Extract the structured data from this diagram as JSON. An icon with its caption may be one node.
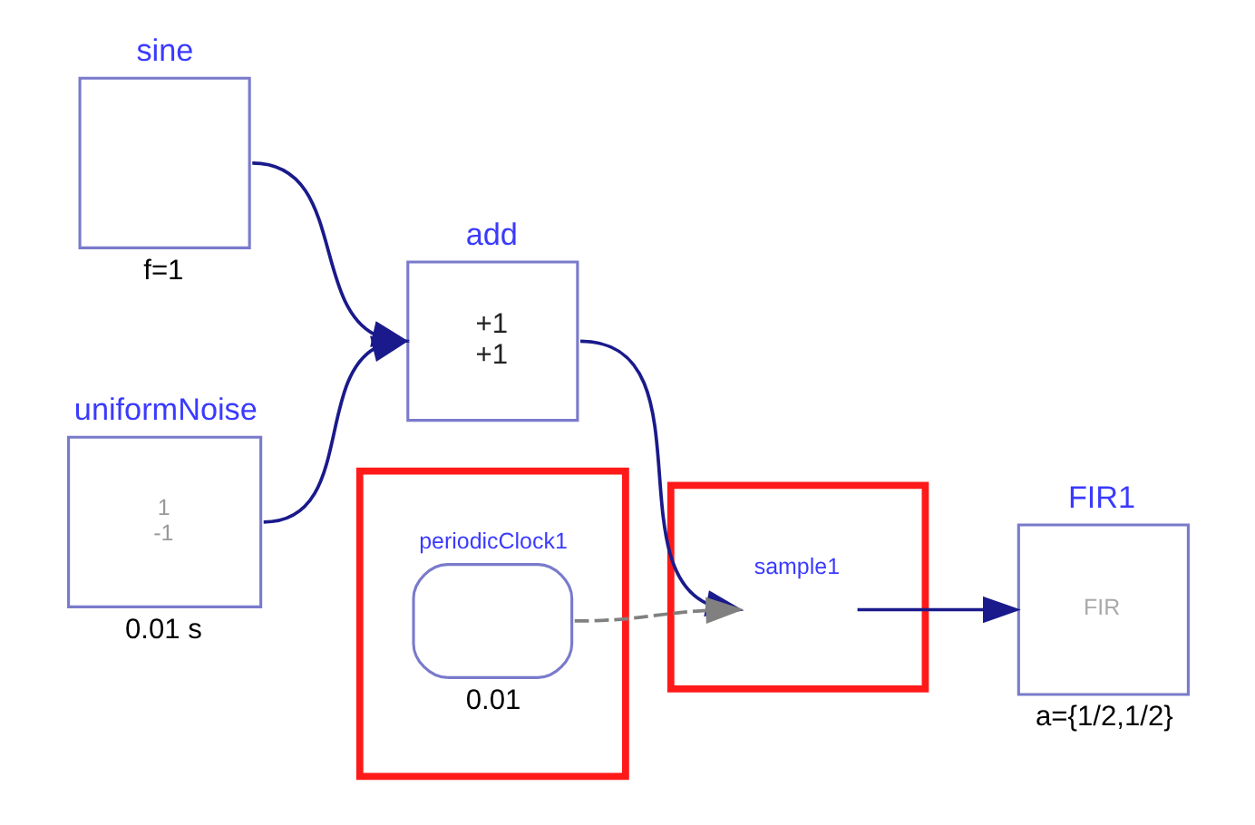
{
  "diagram": {
    "nodes": [
      {
        "text": [
          "sine"
        ],
        "beside": [
          "f=1"
        ]
      },
      {
        "text": [
          "uniformNoise",
          "1",
          "-1"
        ],
        "beside": [
          "0.01 s"
        ]
      },
      {
        "text": [
          "add",
          "+1",
          "+1"
        ]
      },
      {
        "text": [],
        "shape": "box"
      },
      {
        "text": [
          "sample1"
        ],
        "in": 3
      },
      {
        "text": [],
        "shape": "box"
      },
      {
        "text": [
          "periodicClock1"
        ],
        "beside": [
          "0.01"
        ],
        "in": 5
      },
      {
        "text": [
          "FIR1",
          "FIR"
        ],
        "beside": [
          "a={1/2,1/2}"
        ]
      }
    ],
    "edges": [
      {
        "from": 0,
        "to": 2,
        "arrow": "to"
      },
      {
        "from": 1,
        "to": 2,
        "arrow": "to"
      },
      {
        "from": 2,
        "to": 4,
        "arrow": "to"
      },
      {
        "from": 6,
        "to": 4,
        "arrow": "to",
        "style": "dashed",
        "color": "#808080"
      },
      {
        "from": 4,
        "to": 7,
        "arrow": "to"
      }
    ]
  }
}
